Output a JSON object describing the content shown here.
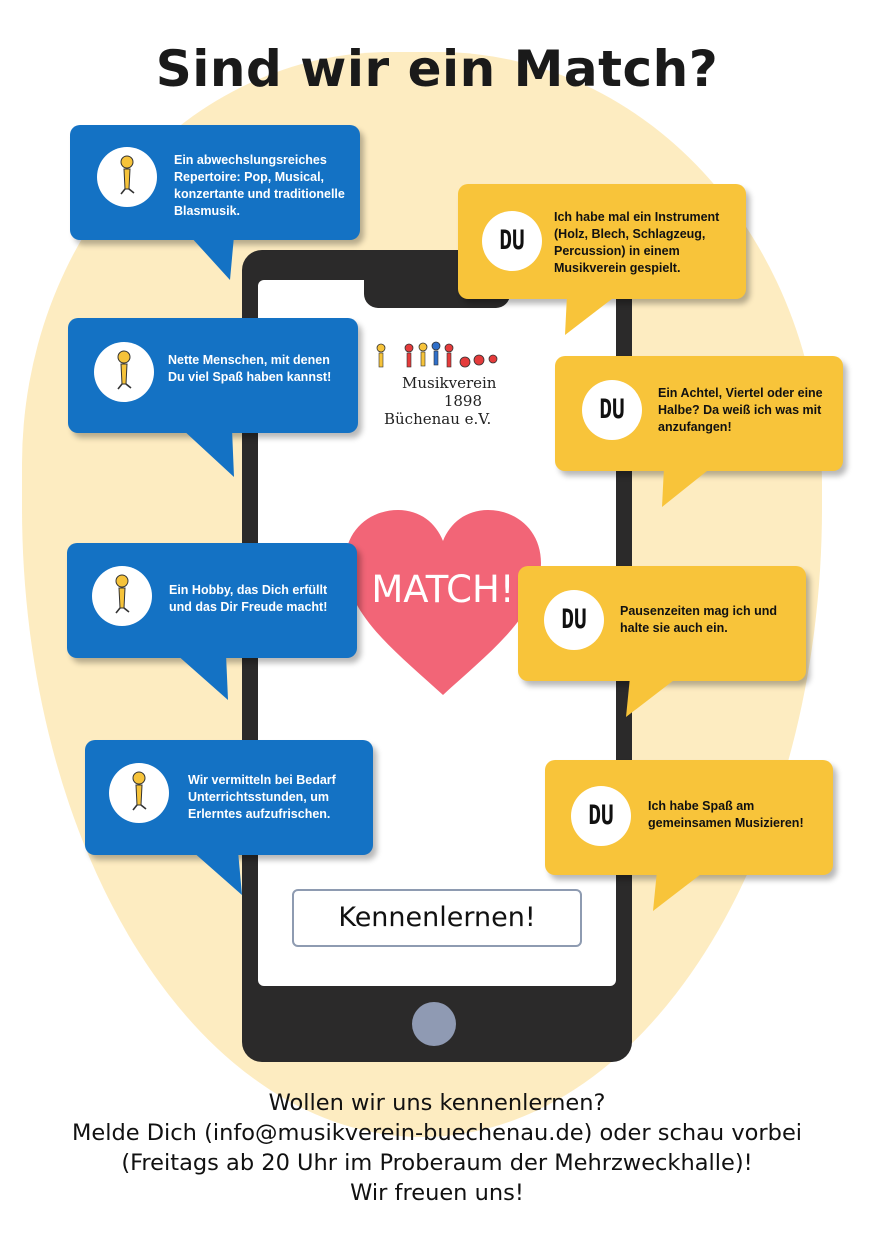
{
  "title": "Sind wir ein Match?",
  "logo": {
    "line1": "Musikverein",
    "line2": "1898",
    "line3": "Büchenau e.V."
  },
  "match_label": "MATCH!",
  "cta_label": "Kennenlernen!",
  "avatar_label": "DU",
  "club_bubbles": [
    "Ein abwechslungsreiches Repertoire: Pop, Musical, konzertante und traditionelle Blasmusik.",
    "Nette Menschen, mit denen Du viel Spaß haben kannst!",
    "Ein Hobby, das Dich erfüllt und das Dir Freude macht!",
    "Wir vermitteln bei Bedarf Unterrichtsstunden, um Erlerntes aufzufrischen."
  ],
  "du_bubbles": [
    "Ich habe mal ein Instrument (Holz, Blech, Schlagzeug, Percussion) in einem Musikverein gespielt.",
    "Ein Achtel, Viertel oder eine Halbe? Da weiß ich was mit anzufangen!",
    "Pausenzeiten mag ich und halte sie auch ein.",
    "Ich habe Spaß am gemeinsamen Musizieren!"
  ],
  "footer": [
    "Wollen wir uns kennenlernen?",
    "Melde Dich (info@musikverein-buechenau.de) oder schau vorbei",
    "(Freitags ab 20 Uhr im Proberaum der Mehrzweckhalle)!",
    "Wir freuen uns!"
  ],
  "colors": {
    "blue_bubble": "#1472c4",
    "yellow_bubble": "#f8c43a",
    "heart": "#f26577",
    "background_blob": "#fdecc1",
    "phone": "#2b2a2a"
  }
}
